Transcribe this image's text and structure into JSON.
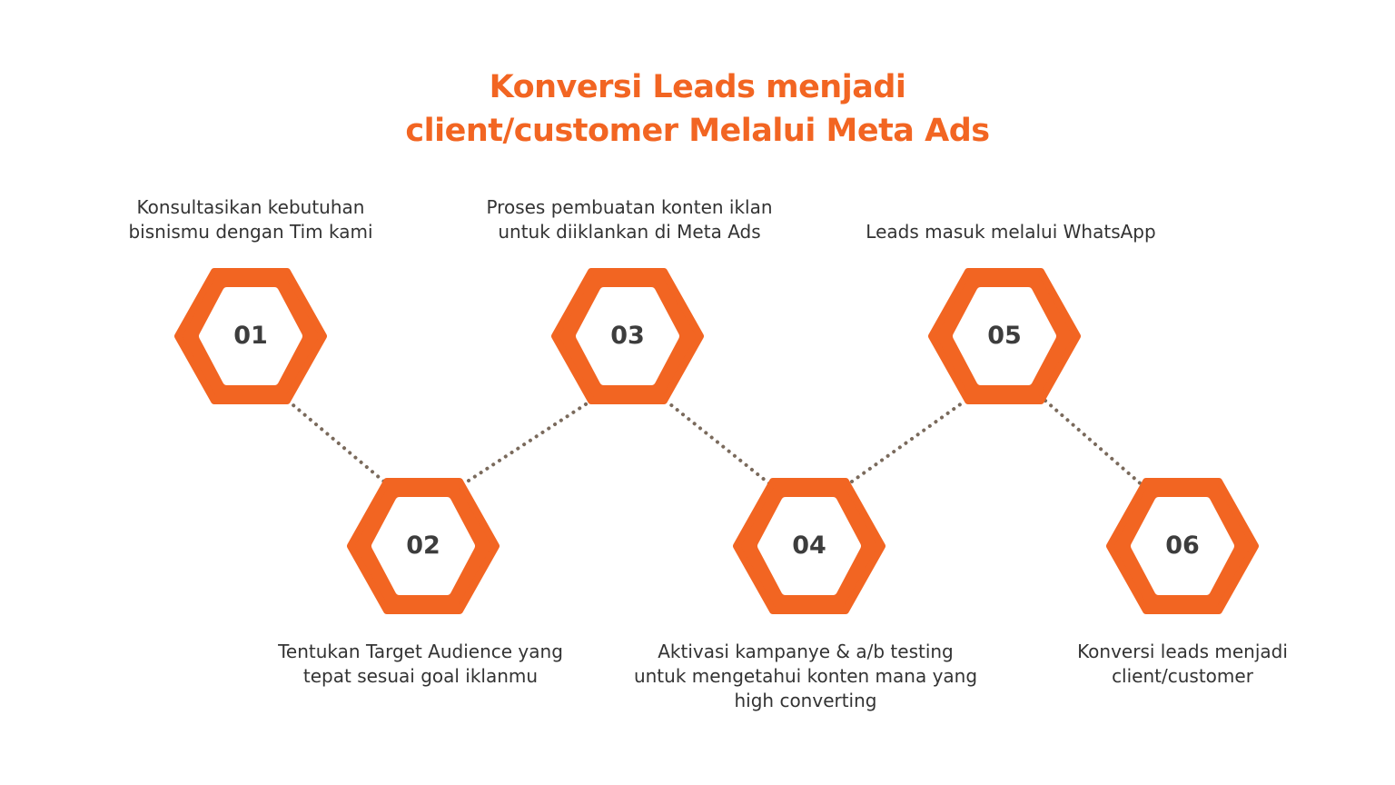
{
  "colors": {
    "accent": "#f26522",
    "hexagon_inner": "#ffffff",
    "connector": "#7a6a5c",
    "text": "#333333"
  },
  "title": {
    "line1": "Konversi Leads menjadi",
    "line2": "client/customer Melalui Meta Ads"
  },
  "steps": [
    {
      "number": "01",
      "caption_lines": [
        "Konsultasikan kebutuhan",
        "bisnismu dengan Tim kami"
      ]
    },
    {
      "number": "02",
      "caption_lines": [
        "Tentukan Target Audience yang",
        "tepat sesuai goal iklanmu"
      ]
    },
    {
      "number": "03",
      "caption_lines": [
        "Proses pembuatan konten iklan",
        "untuk diiklankan di Meta Ads"
      ]
    },
    {
      "number": "04",
      "caption_lines": [
        "Aktivasi kampanye & a/b testing",
        "untuk mengetahui konten mana yang",
        "high converting"
      ]
    },
    {
      "number": "05",
      "caption_lines": [
        "Leads masuk melalui WhatsApp"
      ]
    },
    {
      "number": "06",
      "caption_lines": [
        "Konversi leads menjadi",
        "client/customer"
      ]
    }
  ]
}
